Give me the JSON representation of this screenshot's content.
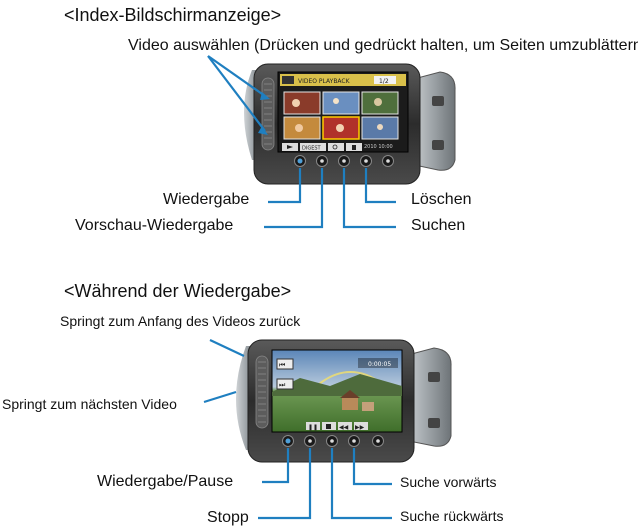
{
  "index_view": {
    "title": "<Index-Bildschirmanzeige>",
    "select_label": "Video auswählen (Drücken und gedrückt halten, um Seiten umzublättern)",
    "screen_header": "VIDEO PLAYBACK",
    "screen_page": "1/2",
    "screen_date": "2010 10:00",
    "tab_digest": "DIGEST",
    "labels": {
      "playback": "Wiedergabe",
      "preview": "Vorschau-Wiedergabe",
      "delete": "Löschen",
      "search": "Suchen"
    }
  },
  "playback_view": {
    "title": "<Während der Wiedergabe>",
    "screen_time": "0:00:05",
    "labels": {
      "jump_start": "Springt zum Anfang des Videos zurück",
      "jump_next": "Springt zum nächsten Video",
      "play_pause": "Wiedergabe/Pause",
      "stop": "Stopp",
      "forward": "Suche vorwärts",
      "rewind": "Suche rückwärts"
    }
  },
  "colors": {
    "callout_line": "#1f7fc0",
    "device_body": "#3a3a3a",
    "screen_bg": "#1b1b1b"
  }
}
